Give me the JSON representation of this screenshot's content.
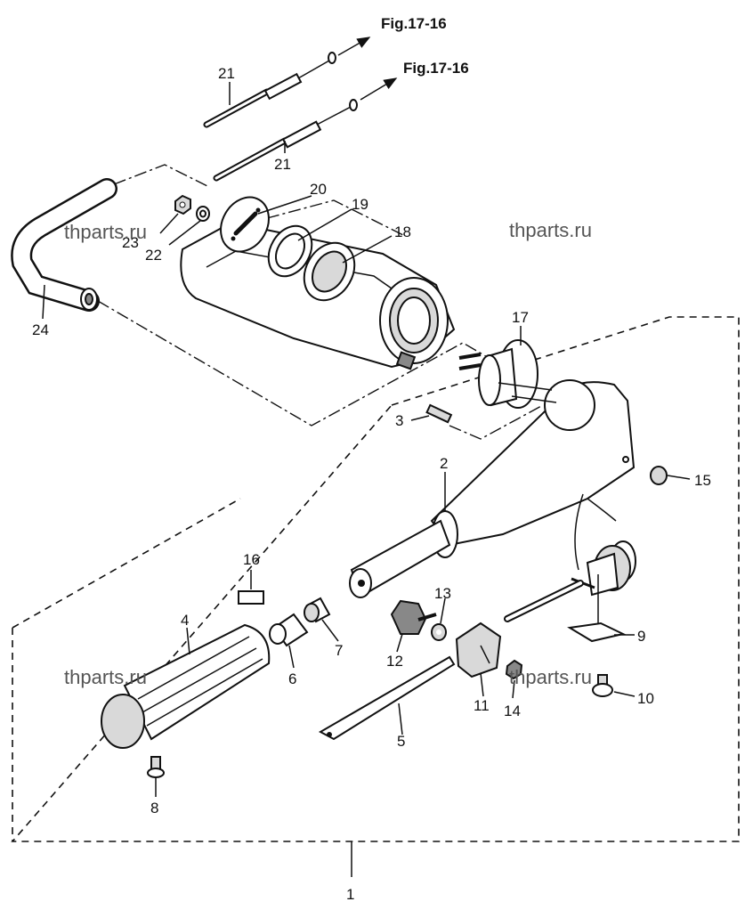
{
  "diagram": {
    "references": [
      {
        "id": "ref-top",
        "text": "Fig.17-16"
      },
      {
        "id": "ref-second",
        "text": "Fig.17-16"
      }
    ],
    "callouts": [
      "1",
      "2",
      "3",
      "4",
      "5",
      "6",
      "7",
      "8",
      "9",
      "10",
      "11",
      "12",
      "13",
      "14",
      "15",
      "16",
      "17",
      "18",
      "19",
      "20",
      "21",
      "21",
      "22",
      "23",
      "24"
    ],
    "watermarks": [
      "thparts.ru",
      "thparts.ru",
      "thparts.ru",
      "thparts.ru"
    ]
  }
}
